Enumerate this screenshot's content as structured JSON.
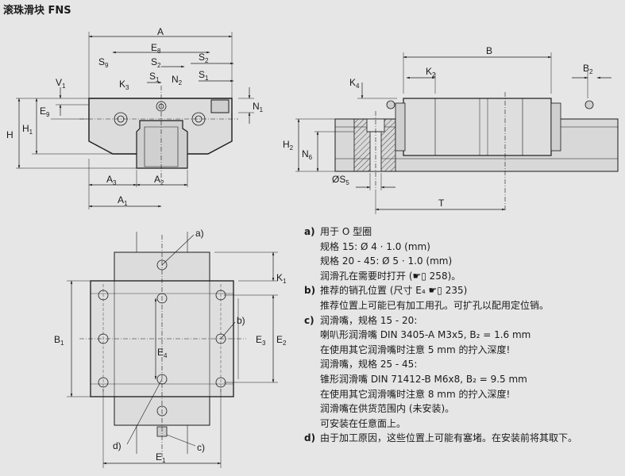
{
  "title": "滚珠滑块 FNS",
  "front_view": {
    "labels": {
      "A": "A",
      "E8": "E",
      "E8_sub": "8",
      "S9": "S",
      "S9_sub": "9",
      "S2l": "S",
      "S2l_sub": "2",
      "S2r": "S",
      "S2r_sub": "2",
      "S1l": "S",
      "S1l_sub": "1",
      "S1r": "S",
      "S1r_sub": "1",
      "N2": "N",
      "N2_sub": "2",
      "V1": "V",
      "V1_sub": "1",
      "K3": "K",
      "K3_sub": "3",
      "E9": "E",
      "E9_sub": "9",
      "N1": "N",
      "N1_sub": "1",
      "H": "H",
      "H1": "H",
      "H1_sub": "1",
      "A3": "A",
      "A3_sub": "3",
      "A2": "A",
      "A2_sub": "2",
      "A1": "A",
      "A1_sub": "1"
    }
  },
  "side_view": {
    "labels": {
      "B": "B",
      "K2": "K",
      "K2_sub": "2",
      "B2": "B",
      "B2_sub": "2",
      "K4": "K",
      "K4_sub": "4",
      "H2": "H",
      "H2_sub": "2",
      "N6": "N",
      "N6_sub": "6",
      "S5": "ØS",
      "S5_sub": "5",
      "T": "T"
    }
  },
  "top_view": {
    "labels": {
      "a": "a)",
      "b": "b)",
      "c": "c)",
      "d": "d)",
      "K1": "K",
      "K1_sub": "1",
      "B1": "B",
      "B1_sub": "1",
      "E3": "E",
      "E3_sub": "3",
      "E2": "E",
      "E2_sub": "2",
      "E4": "E",
      "E4_sub": "4",
      "E1": "E",
      "E1_sub": "1"
    }
  },
  "notes": {
    "a_key": "a)",
    "a_1": "用于 O 型圈",
    "a_2": "规格 15: Ø 4 · 1.0 (mm)",
    "a_3": "规格 20 - 45: Ø 5 · 1.0 (mm)",
    "a_4": "润滑孔在需要时打开 (☛▯ 258)。",
    "b_key": "b)",
    "b_1": "推荐的销孔位置 (尺寸 E₄ ☛▯ 235)",
    "b_2": "推荐位置上可能已有加工用孔。可扩孔以配用定位销。",
    "c_key": "c)",
    "c_1": "润滑嘴，规格 15 - 20:",
    "c_2": "喇叭形润滑嘴 DIN 3405-A M3x5, B₂ = 1.6 mm",
    "c_3": "在使用其它润滑嘴时注意 5 mm 的拧入深度!",
    "c_4": "润滑嘴，规格 25 - 45:",
    "c_5": "锥形润滑嘴 DIN 71412-B M6x8, B₂ = 9.5 mm",
    "c_6": "在使用其它润滑嘴时注意 8 mm 的拧入深度!",
    "c_7": "润滑嘴在供货范围内 (未安装)。",
    "c_8": "可安装在任意面上。",
    "d_key": "d)",
    "d_1": "由于加工原因，这些位置上可能有塞堵。在安装前将其取下。"
  }
}
